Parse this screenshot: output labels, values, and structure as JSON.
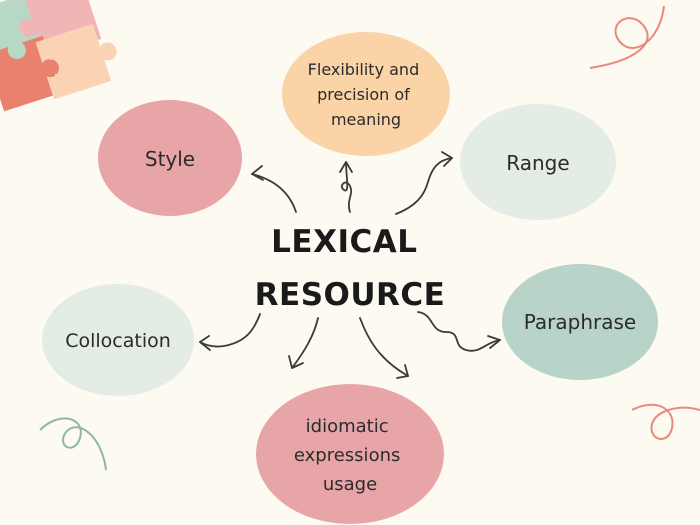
{
  "title_lines": [
    "LEXICAL",
    "RESOURCE"
  ],
  "nodes": [
    {
      "id": "style",
      "lines": [
        "Style"
      ],
      "fill": "#e8a5a7"
    },
    {
      "id": "flexibility",
      "lines": [
        "Flexibility and",
        "precision of",
        "meaning"
      ],
      "fill": "#fad3a6"
    },
    {
      "id": "range",
      "lines": [
        "Range"
      ],
      "fill": "#e4ece6"
    },
    {
      "id": "paraphrase",
      "lines": [
        "Paraphrase"
      ],
      "fill": "#b8d3c8"
    },
    {
      "id": "idiomatic",
      "lines": [
        "idiomatic",
        "expressions",
        "usage"
      ],
      "fill": "#e8a5a7"
    },
    {
      "id": "collocation",
      "lines": [
        "Collocation"
      ],
      "fill": "#e4ece6"
    }
  ],
  "colors": {
    "background": "#fdfaf2",
    "text": "#2b2b2b",
    "title": "#1a1a1a",
    "arrow": "#3a3a3a",
    "puzzle_coral": "#e8826e",
    "puzzle_pink": "#f0b6b6",
    "puzzle_peach": "#fad3b4",
    "puzzle_mint": "#b8d8c6",
    "swirl_coral": "#e8897a",
    "swirl_teal": "#8fb6a8"
  },
  "decorations": [
    "puzzle-pieces-icon",
    "swirl-top-right-icon",
    "swirl-bottom-left-icon",
    "swirl-bottom-right-icon"
  ]
}
